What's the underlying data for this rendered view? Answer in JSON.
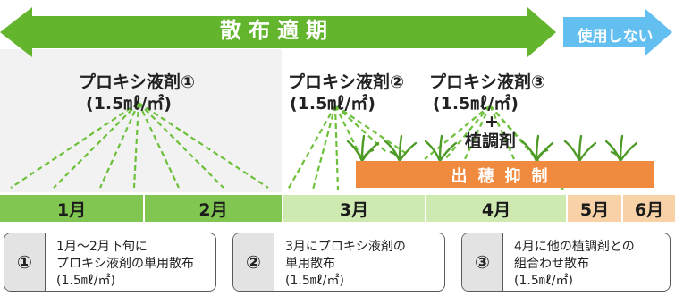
{
  "banner": {
    "label": "散布適期"
  },
  "not_use": {
    "label": "使用しない"
  },
  "products": [
    {
      "name": "プロキシ液剤①",
      "rate": "(1.5㎖/㎡)"
    },
    {
      "name": "プロキシ液剤②",
      "rate": "(1.5㎖/㎡)"
    },
    {
      "name": "プロキシ液剤③",
      "rate": "(1.5㎖/㎡)",
      "plus": "+",
      "extra": "植調剤"
    }
  ],
  "heading_suppression": {
    "label": "出穂抑制"
  },
  "months": [
    "1月",
    "2月",
    "3月",
    "4月",
    "5月",
    "6月"
  ],
  "legend": [
    {
      "num": "①",
      "lines": [
        "1月～2月下旬に",
        "プロキシ液剤の単用散布",
        "(1.5㎖/㎡)"
      ]
    },
    {
      "num": "②",
      "lines": [
        "3月にプロキシ液剤の",
        "単用散布",
        "(1.5㎖/㎡)"
      ]
    },
    {
      "num": "③",
      "lines": [
        "4月に他の植調剤との",
        "組合わせ散布",
        "(1.5㎖/㎡)"
      ]
    }
  ],
  "colors": {
    "green_arrow": "#63b52e",
    "blue_arrow": "#63bff0",
    "orange": "#f08a3e",
    "month_dark_green": "#82c652",
    "month_light_green": "#cfeab0",
    "month_peach": "#f8d2a6",
    "spray_line": "#6cc03a",
    "grass": "#4e9a26"
  }
}
